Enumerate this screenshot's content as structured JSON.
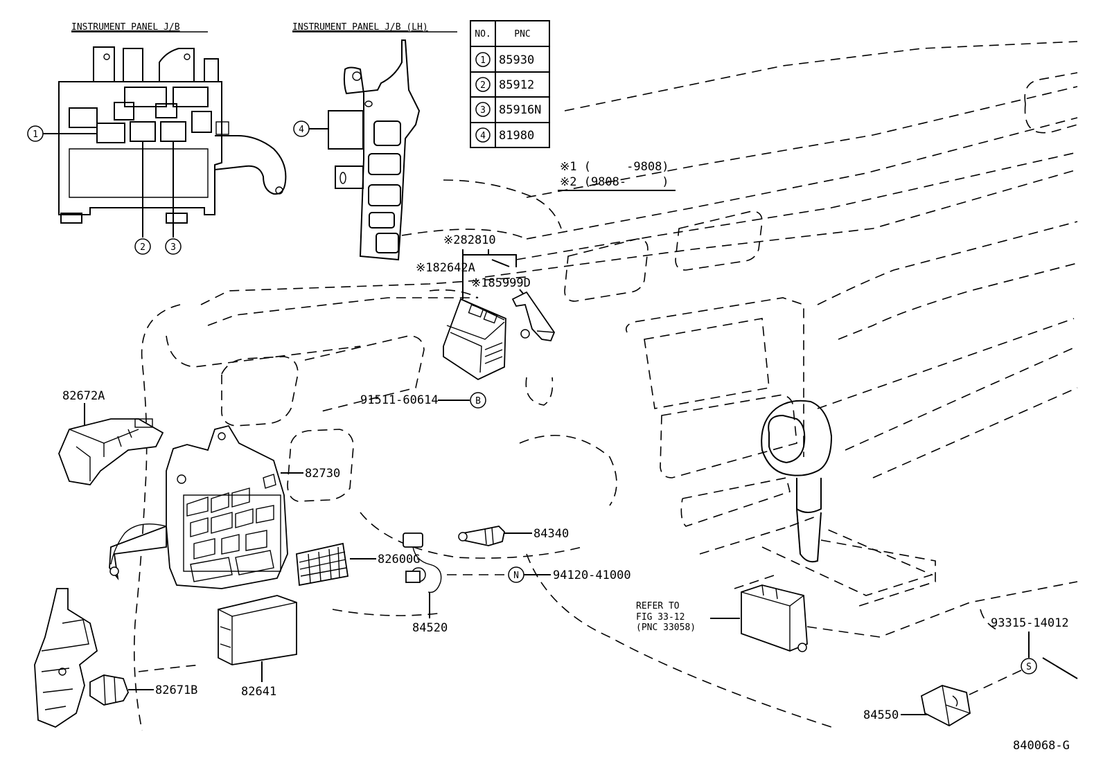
{
  "insets": {
    "jb_title": "INSTRUMENT PANEL J/B",
    "jb_lh_title": "INSTRUMENT PANEL J/B (LH)"
  },
  "pnc_table": {
    "headers": [
      "NO.",
      "PNC"
    ],
    "rows": [
      {
        "no": "1",
        "pnc": "85930"
      },
      {
        "no": "2",
        "pnc": "85912"
      },
      {
        "no": "3",
        "pnc": "85916N"
      },
      {
        "no": "4",
        "pnc": "81980"
      }
    ]
  },
  "notes": {
    "note1": "※1 (     -9808)",
    "note2": "※2 (9808-     )"
  },
  "callouts": {
    "c1": "1",
    "c2": "2",
    "c3": "3",
    "c4": "4",
    "b": "B",
    "n": "N",
    "s": "S"
  },
  "parts": {
    "p282810": "※282810",
    "p182642a": "※182642A",
    "p185999d": "※185999D",
    "p91511": "91511-60614",
    "p82672a": "82672A",
    "p82730": "82730",
    "p84340": "84340",
    "p82600g": "82600G",
    "p94120": "94120-41000",
    "p84520": "84520",
    "p82641": "82641",
    "p82671b": "82671B",
    "p93315": "93315-14012",
    "p84550": "84550"
  },
  "refer": {
    "line1": "REFER TO",
    "line2": "FIG 33-12",
    "line3": "(PNC 33058)"
  },
  "figure_id": "840068-G"
}
